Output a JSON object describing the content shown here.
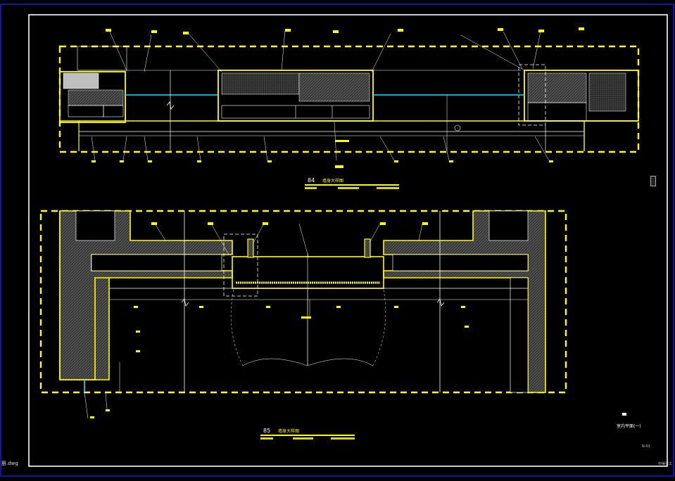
{
  "file_tab": "册.dwg",
  "corner_text": "中得事工",
  "sheet_no": "N-01",
  "sheet_title": "室内平面(一)",
  "view84": {
    "number": "84",
    "title": "墙身大样图"
  },
  "view85": {
    "number": "85",
    "title": "墙身大样图"
  },
  "colors": {
    "yellow": "#ffff00",
    "white": "#ffffff",
    "cyan": "#19e3ff",
    "border_blue": "#1b1bd8"
  }
}
